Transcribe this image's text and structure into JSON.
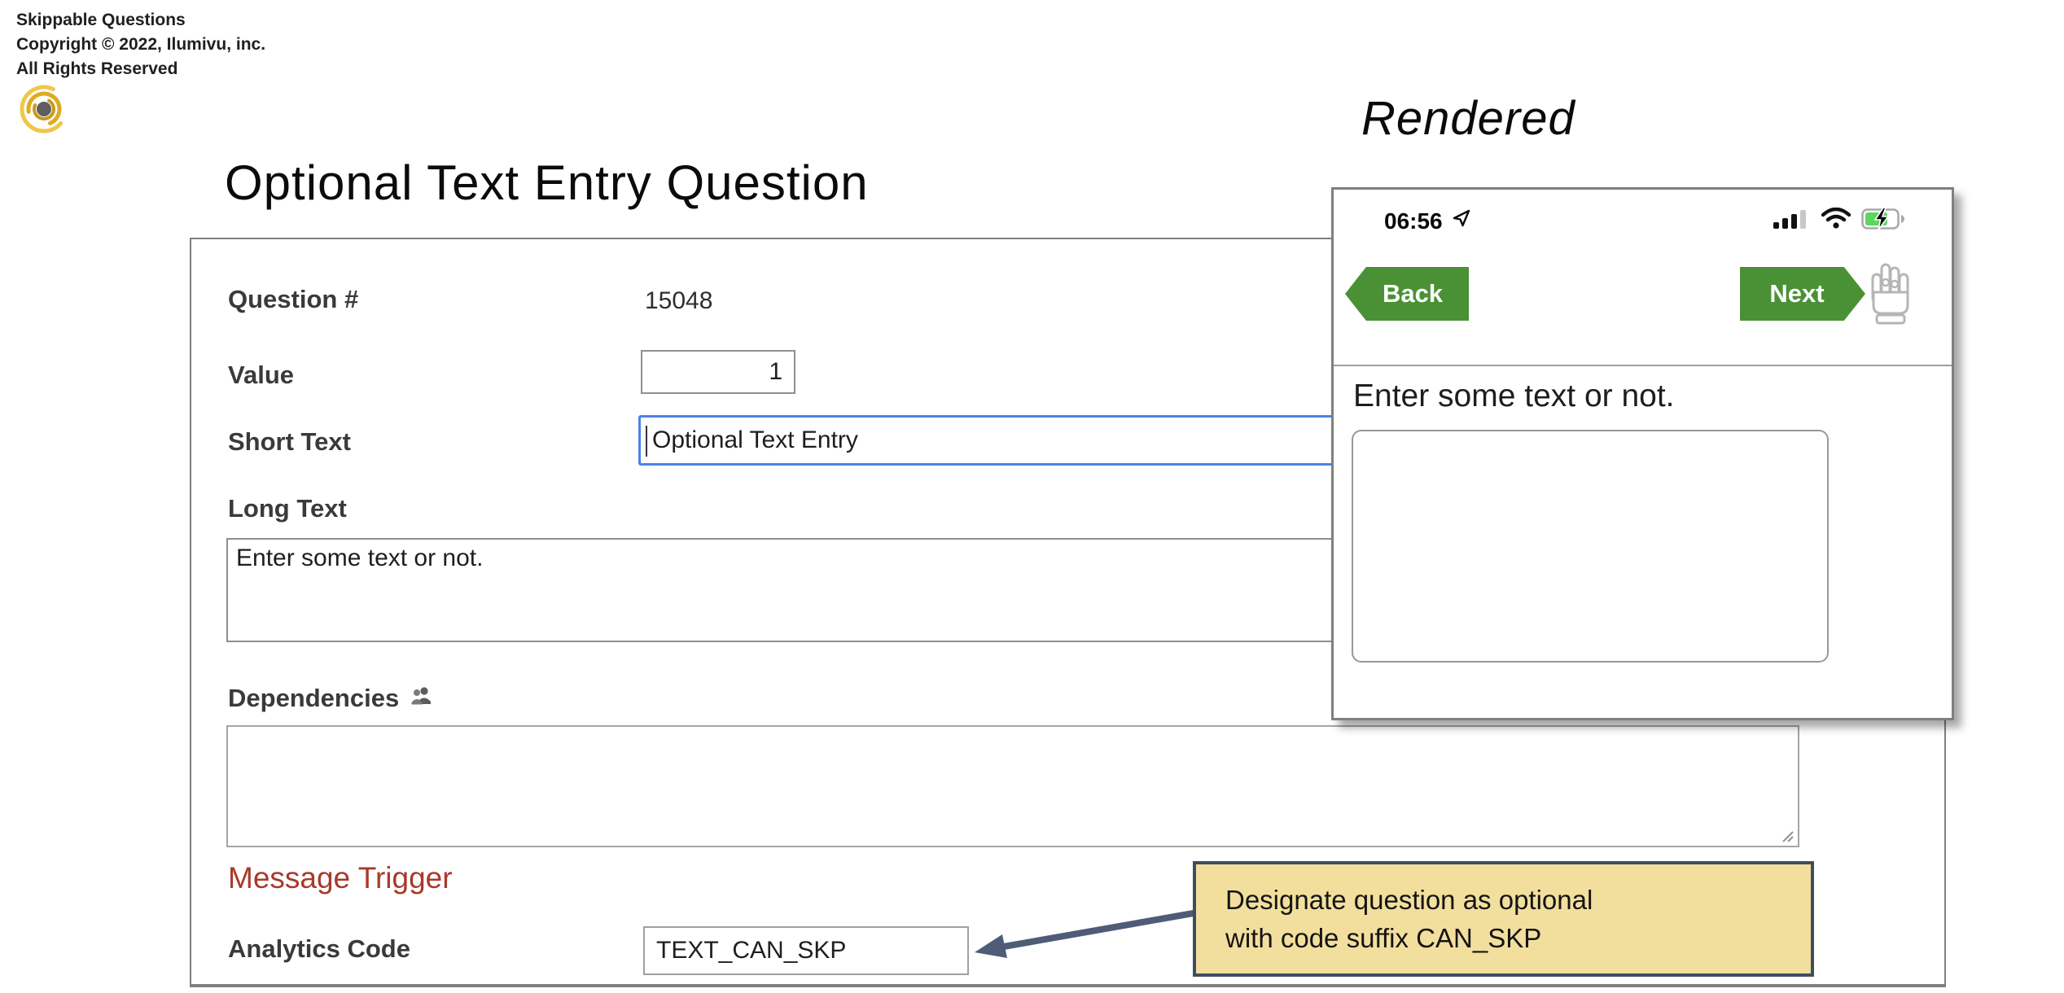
{
  "header": {
    "line1": "Skippable Questions",
    "line2": "Copyright © 2022, Ilumivu, inc.",
    "line3": "All Rights Reserved"
  },
  "slide": {
    "title": "Optional Text Entry Question",
    "rendered_label": "Rendered"
  },
  "form": {
    "fields": {
      "question_number": {
        "label": "Question #",
        "value": "15048"
      },
      "value": {
        "label": "Value",
        "value": "1"
      },
      "short_text": {
        "label": "Short Text",
        "value": "Optional Text Entry"
      },
      "long_text": {
        "label": "Long Text",
        "value": "Enter some text or not."
      },
      "dependencies": {
        "label": "Dependencies",
        "value": ""
      },
      "analytics_code": {
        "label": "Analytics Code",
        "value": "TEXT_CAN_SKP"
      }
    },
    "message_trigger_label": "Message Trigger"
  },
  "phone": {
    "status": {
      "time": "06:56"
    },
    "back_label": "Back",
    "next_label": "Next",
    "question_text": "Enter some text or not.",
    "answer_value": ""
  },
  "callout": {
    "line1": "Designate question as optional",
    "line2": "with code suffix CAN_SKP"
  },
  "icons": {
    "logo": "ilumivu-spiral",
    "status": [
      "location-arrow",
      "cellular-signal",
      "wifi",
      "battery-charging"
    ],
    "dependencies": "people",
    "phone_gesture": "raised-hand",
    "textarea": "resize-handle"
  },
  "colors": {
    "button_green": "#4a9135",
    "focus_blue": "#4d82e6",
    "callout_bg": "#f3df9d",
    "callout_border": "#3f4d63",
    "arrow": "#4e5c77",
    "message_trigger_red": "#a8392c",
    "battery_green": "#5cd65c"
  }
}
